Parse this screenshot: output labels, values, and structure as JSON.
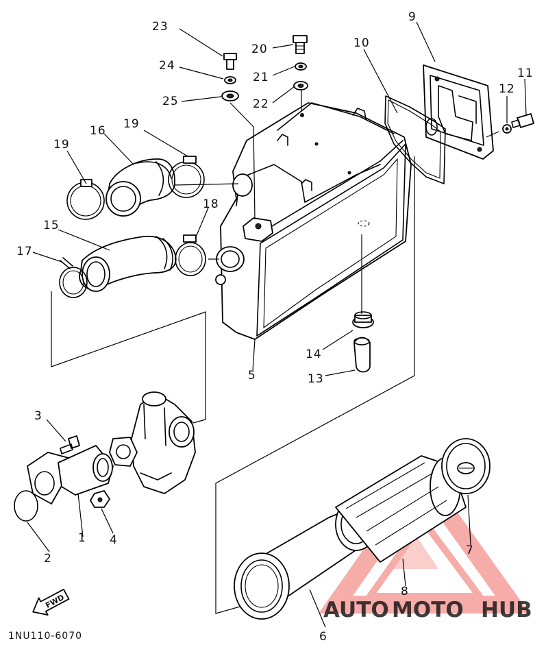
{
  "callouts": {
    "c1": "1",
    "c2": "2",
    "c3": "3",
    "c4": "4",
    "c5": "5",
    "c6": "6",
    "c7": "7",
    "c8": "8",
    "c9": "9",
    "c10": "10",
    "c11": "11",
    "c12": "12",
    "c13": "13",
    "c14": "14",
    "c15": "15",
    "c16": "16",
    "c17": "17",
    "c18": "18",
    "c19a": "19",
    "c19b": "19",
    "c20": "20",
    "c21": "21",
    "c22": "22",
    "c23": "23",
    "c24": "24",
    "c25": "25"
  },
  "fwd_label": "FWD",
  "drawing_code": "1NU110-6070",
  "watermark": {
    "auto": "AUTO",
    "moto": "MOTO",
    "hub": "HUB",
    "colors": {
      "red": "#e8463f",
      "yellow": "#f2a93b",
      "gray": "#8c8c8c",
      "triangle": "#f06a63"
    }
  }
}
